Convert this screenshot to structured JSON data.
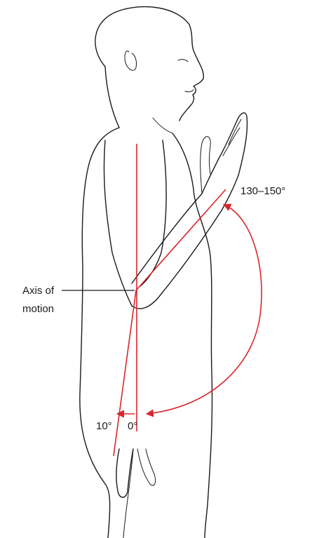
{
  "labels": {
    "axis_of_motion_line1": "Axis of",
    "axis_of_motion_line2": "motion",
    "flexion_range": "130–150°",
    "neutral": "0°",
    "hyperextension": "10°"
  },
  "colors": {
    "line_art": "#1a1a1a",
    "annotation": "#d9262c",
    "background": "#ffffff"
  }
}
